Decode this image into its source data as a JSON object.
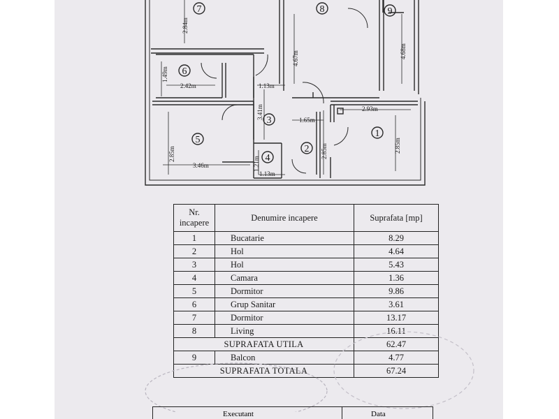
{
  "plan": {
    "rooms": [
      "1",
      "2",
      "3",
      "4",
      "5",
      "6",
      "7",
      "8",
      "9"
    ],
    "dimensions": [
      "2.84m",
      "4.67m",
      "4.68m",
      "1.49m",
      "2.42m",
      "1.13m",
      "3.41m",
      "2.93m",
      "1.65m",
      "2.85m",
      "2.85m",
      "2.85m",
      "1.21m",
      "1.13m",
      "3.46m"
    ]
  },
  "table": {
    "headers": [
      "Nr. incapere",
      "Denumire incapere",
      "Suprafata [mp]"
    ],
    "rows": [
      [
        "1",
        "Bucatarie",
        "8.29"
      ],
      [
        "2",
        "Hol",
        "4.64"
      ],
      [
        "3",
        "Hol",
        "5.43"
      ],
      [
        "4",
        "Camara",
        "1.36"
      ],
      [
        "5",
        "Dormitor",
        "9.86"
      ],
      [
        "6",
        "Grup Sanitar",
        "3.61"
      ],
      [
        "7",
        "Dormitor",
        "13.17"
      ],
      [
        "8",
        "Living",
        "16.11"
      ]
    ],
    "util_label": "SUPRAFATA UTILA",
    "util_value": "62.47",
    "balcony": [
      "9",
      "Balcon",
      "4.77"
    ],
    "total_label": "SUPRAFATA TOTALA",
    "total_value": "67.24"
  },
  "footer": {
    "left": "Executant",
    "right": "Data"
  }
}
